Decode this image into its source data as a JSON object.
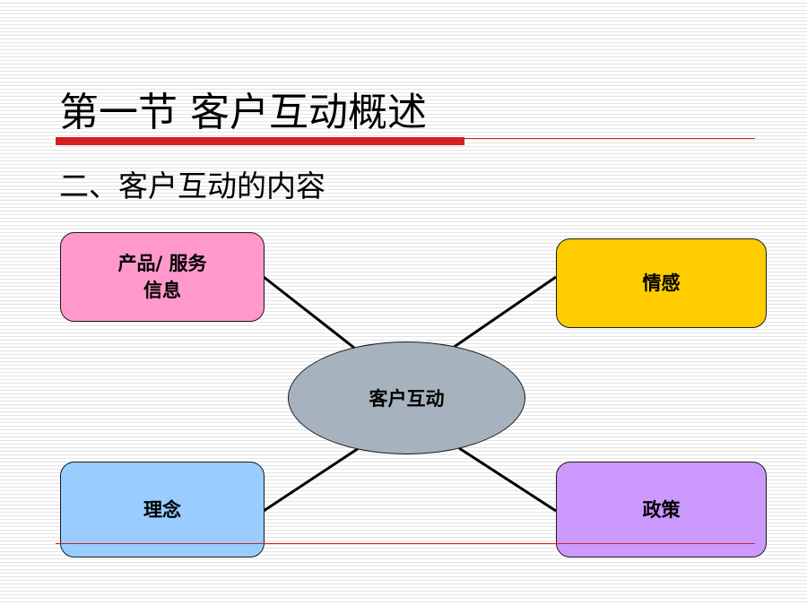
{
  "slide": {
    "title": "第一节  客户互动概述",
    "subtitle": "二、客户互动的内容"
  },
  "diagram": {
    "center": {
      "label": "客户互动",
      "color": "#a6b2bd"
    },
    "nodes": [
      {
        "id": "product",
        "label": "产品/ 服务\n信息",
        "color": "#ff99cc"
      },
      {
        "id": "emotion",
        "label": "情感",
        "color": "#ffcc00"
      },
      {
        "id": "concept",
        "label": "理念",
        "color": "#99ccff"
      },
      {
        "id": "policy",
        "label": "政策",
        "color": "#cc99ff"
      }
    ]
  },
  "theme": {
    "accent": "#d61f1f"
  }
}
